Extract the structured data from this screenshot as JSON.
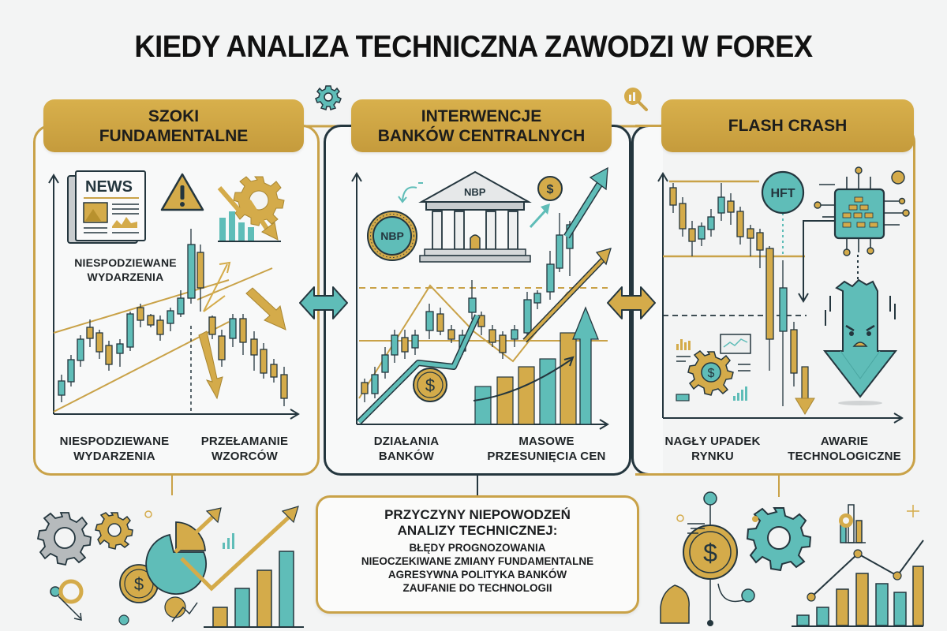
{
  "title": "KIEDY ANALIZA TECHNICZNA ZAWODZI W FOREX",
  "colors": {
    "gold": "#c9a248",
    "teal": "#5fbdb8",
    "dark": "#24363e",
    "background": "#f3f4f4"
  },
  "panels": [
    {
      "id": "fundamental-shocks",
      "header": [
        "SZOKI",
        "FUNDAMENTALNE"
      ],
      "icons": [
        "newspaper-icon",
        "warning-icon",
        "gear-falling-chart-icon"
      ],
      "newspaper_label": "NEWS",
      "inner_label": [
        "NIESPODZIEWANE",
        "WYDARZENIA"
      ],
      "labels": [
        [
          "NIESPODZIEWANE",
          "WYDARZENIA"
        ],
        [
          "PRZEŁAMANIE",
          "WZORCÓW"
        ]
      ]
    },
    {
      "id": "central-bank-interventions",
      "header": [
        "INTERWENCJE",
        "BANKÓW CENTRALNYCH"
      ],
      "icons": [
        "bank-icon",
        "coin-icon",
        "dollar-coin-icon",
        "up-arrow-icon"
      ],
      "bank_label": "NBP",
      "coin_label": "NBP",
      "labels": [
        [
          "DZIAŁANIA",
          "BANKÓW"
        ],
        [
          "MASOWE",
          "PRZESUNIĘCIA CEN"
        ]
      ]
    },
    {
      "id": "flash-crash",
      "header": [
        "FLASH CRASH"
      ],
      "icons": [
        "hft-badge-icon",
        "circuit-chip-icon",
        "angry-down-arrow-icon",
        "gear-dollar-icon"
      ],
      "hft_label": "HFT",
      "labels": [
        [
          "NAGŁY UPADEK",
          "RYNKU"
        ],
        [
          "AWARIE",
          "TECHNOLOGICZNE"
        ]
      ]
    }
  ],
  "summary": {
    "title": [
      "PRZYCZYNY NIEPOWODZEŃ",
      "ANALIZY TECHNICZNEJ:"
    ],
    "items": [
      "BŁĘDY PROGNOZOWANIA",
      "NIEOCZEKIWANE ZMIANY FUNDAMENTALNE",
      "AGRESYWNA POLITYKA BANKÓW",
      "ZAUFANIE DO TECHNOLOGII"
    ]
  },
  "connectors": [
    {
      "name": "left-double-arrow",
      "color": "#5fbdb8"
    },
    {
      "name": "right-double-arrow",
      "color": "#d4ab4a"
    }
  ]
}
